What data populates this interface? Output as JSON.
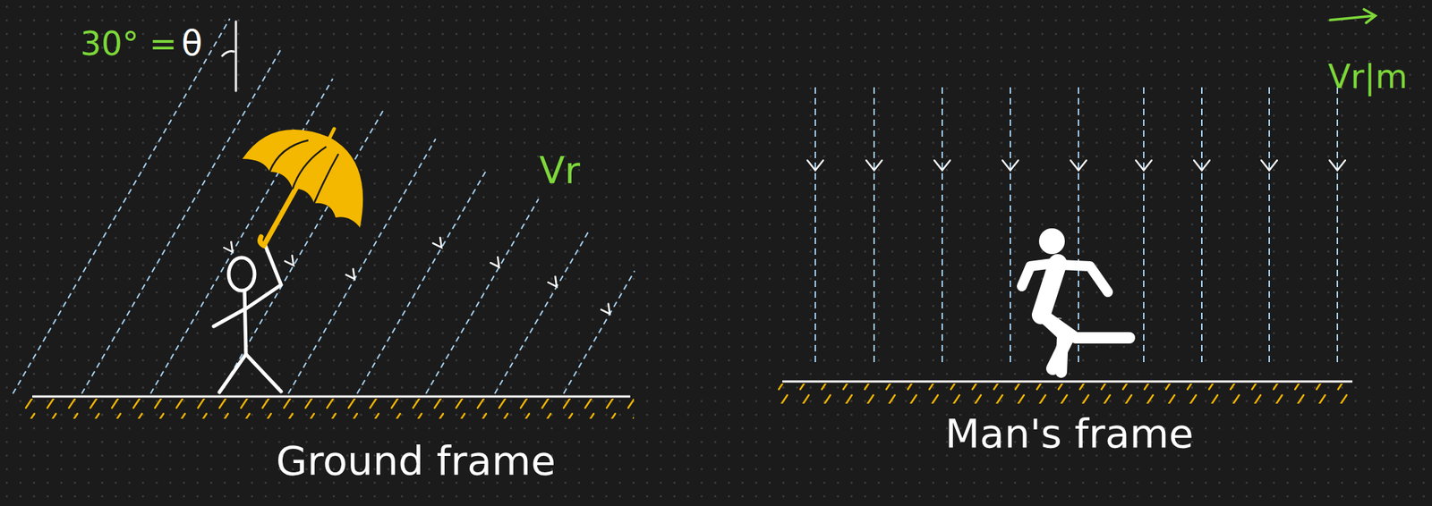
{
  "diagram": {
    "labels": [
      "30° =",
      "θ",
      "Vr",
      "Ground frame",
      "Man's frame",
      "Vr|m"
    ]
  }
}
